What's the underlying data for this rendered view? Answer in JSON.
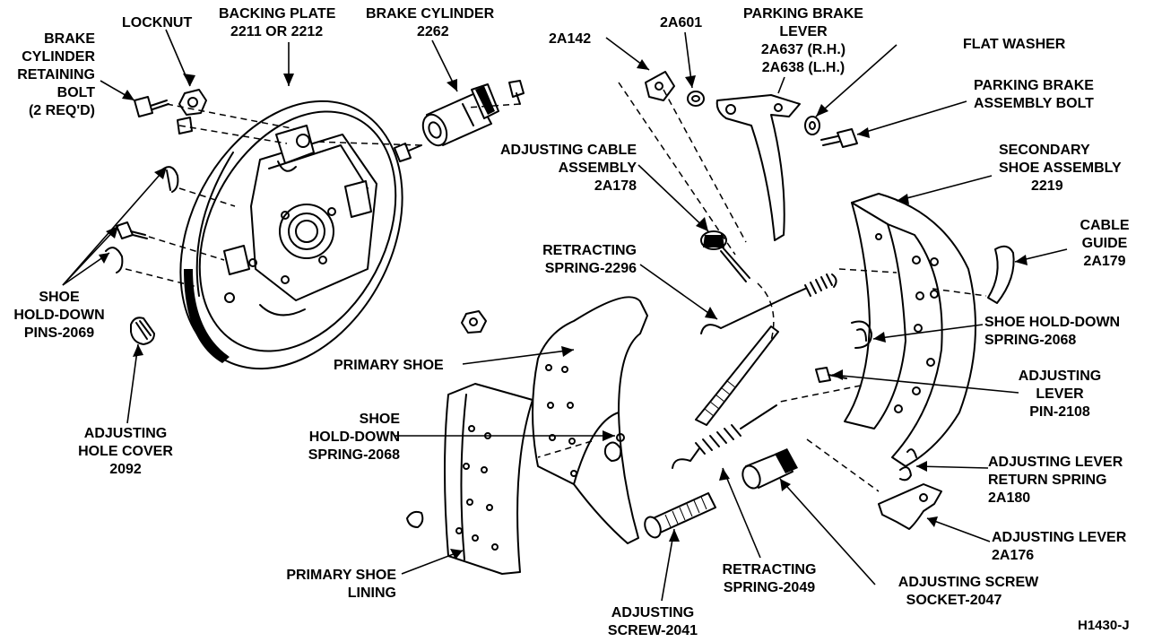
{
  "labels": {
    "locknut": "LOCKNUT",
    "backing_plate": [
      "BACKING PLATE",
      "2211 OR 2212"
    ],
    "brake_cylinder": [
      "BRAKE CYLINDER",
      "2262"
    ],
    "retaining_bolt": [
      "BRAKE",
      "CYLINDER",
      "RETAINING",
      "BOLT",
      "(2 REQ'D)"
    ],
    "part_2a142": "2A142",
    "part_2a601": "2A601",
    "parking_lever": [
      "PARKING BRAKE",
      "LEVER",
      "2A637 (R.H.)",
      "2A638 (L.H.)"
    ],
    "flat_washer": "FLAT WASHER",
    "parking_bolt": [
      "PARKING BRAKE",
      "ASSEMBLY BOLT"
    ],
    "adjusting_cable": [
      "ADJUSTING CABLE",
      "ASSEMBLY",
      "2A178"
    ],
    "secondary_shoe": [
      "SECONDARY",
      "SHOE ASSEMBLY",
      "2219"
    ],
    "cable_guide": [
      "CABLE",
      "GUIDE",
      "2A179"
    ],
    "retracting_2296": [
      "RETRACTING",
      "SPRING-2296"
    ],
    "hold_down_pins": [
      "SHOE",
      "HOLD-DOWN",
      "PINS-2069"
    ],
    "hold_down_spring_right": [
      "SHOE HOLD-DOWN",
      "SPRING-2068"
    ],
    "primary_shoe": "PRIMARY SHOE",
    "adjusting_lever_pin": [
      "ADJUSTING",
      "LEVER",
      "PIN-2108"
    ],
    "hold_down_spring_center": [
      "SHOE",
      "HOLD-DOWN",
      "SPRING-2068"
    ],
    "adjusting_hole_cover": [
      "ADJUSTING",
      "HOLE COVER",
      "2092"
    ],
    "lever_return_spring": [
      "ADJUSTING LEVER",
      "RETURN SPRING",
      "2A180"
    ],
    "adjusting_lever": [
      "ADJUSTING LEVER",
      "2A176"
    ],
    "primary_lining": [
      "PRIMARY SHOE",
      "LINING"
    ],
    "retracting_2049": [
      "RETRACTING",
      "SPRING-2049"
    ],
    "screw_socket": [
      "ADJUSTING SCREW",
      "SOCKET-2047"
    ],
    "adjusting_screw": [
      "ADJUSTING",
      "SCREW-2041"
    ],
    "figure_id": "H1430-J"
  }
}
